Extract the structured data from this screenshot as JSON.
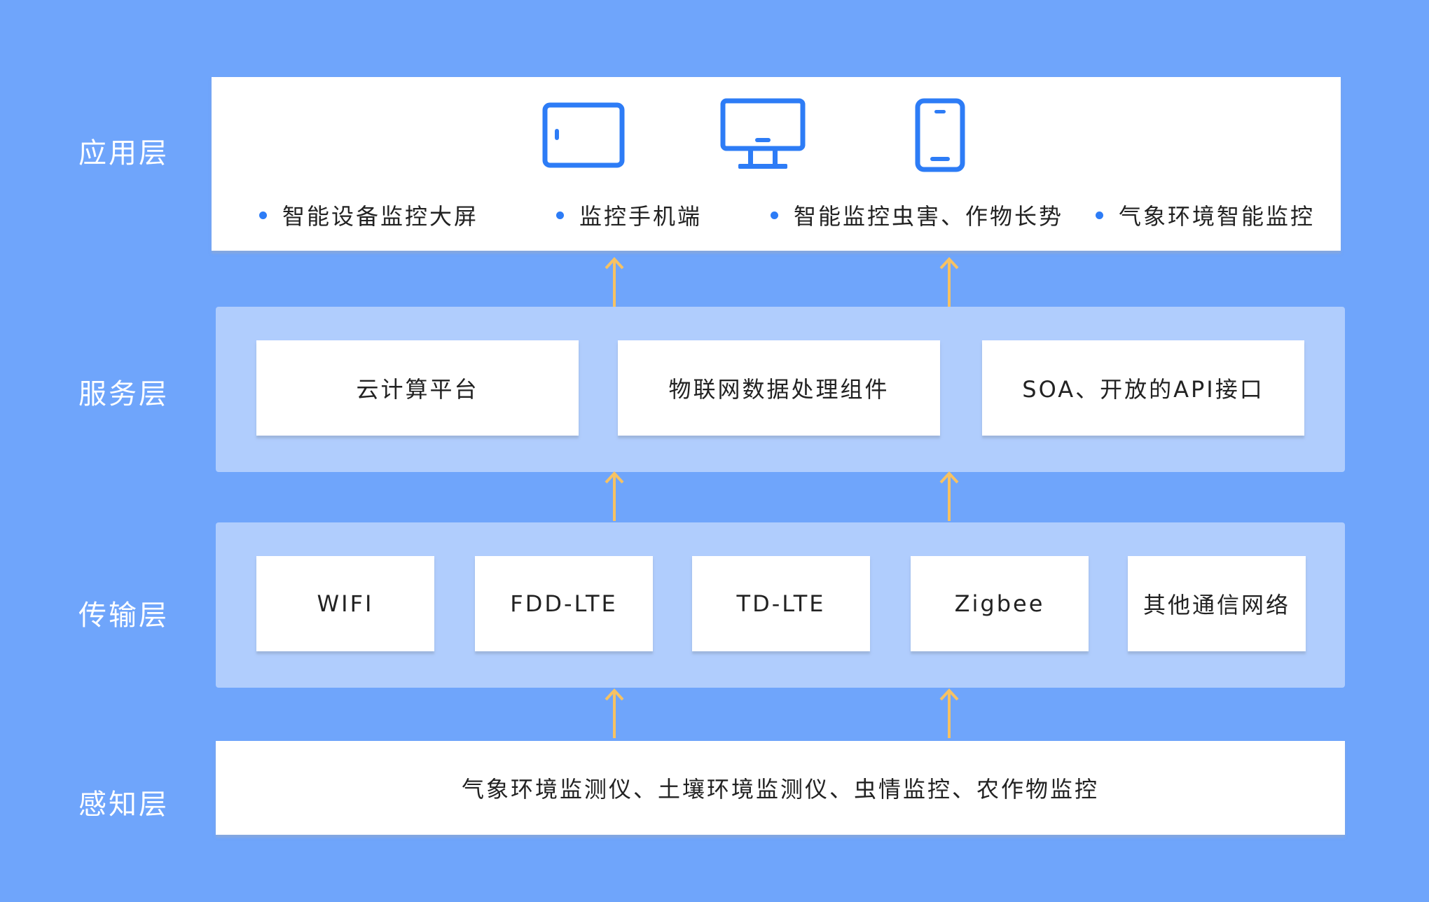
{
  "layers": {
    "application": {
      "label": "应用层",
      "icons": [
        "tablet-icon",
        "monitor-icon",
        "phone-icon"
      ],
      "items": [
        "智能设备监控大屏",
        "监控手机端",
        "智能监控虫害、作物长势",
        "气象环境智能监控"
      ]
    },
    "service": {
      "label": "服务层",
      "items": [
        "云计算平台",
        "物联网数据处理组件",
        "SOA、开放的API接口"
      ]
    },
    "transport": {
      "label": "传输层",
      "items": [
        "WIFI",
        "FDD-LTE",
        "TD-LTE",
        "Zigbee",
        "其他通信网络"
      ]
    },
    "perception": {
      "label": "感知层",
      "text": "气象环境监测仪、土壤环境监测仪、虫情监控、农作物监控"
    }
  },
  "colors": {
    "background": "#6fa5fb",
    "band": "#b0cdfd",
    "card": "#ffffff",
    "icon": "#2d7cf6",
    "arrow": "#f7c262"
  }
}
